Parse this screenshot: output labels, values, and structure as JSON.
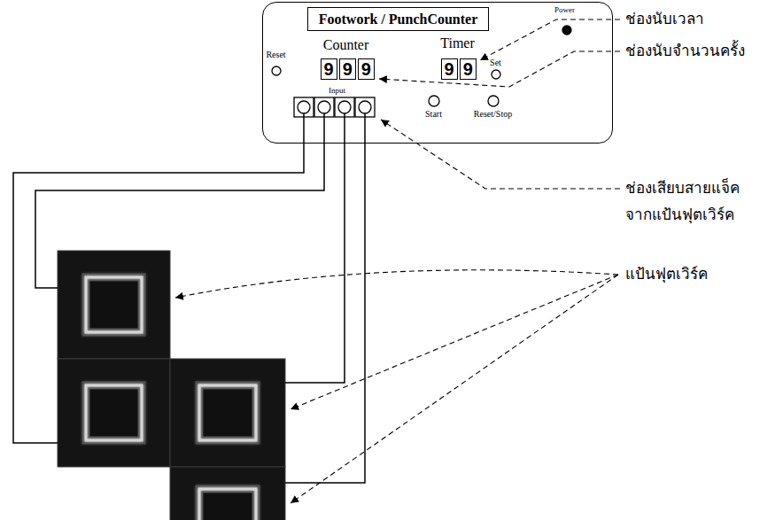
{
  "diagram": {
    "nodes": [
      {
        "text": [
          "Power",
          "Reset",
          "Counter",
          "Timer",
          "Set",
          "Input",
          "Start",
          "Reset/Stop"
        ]
      },
      {
        "text": [
          "Footwork / PunchCounter"
        ],
        "in": 0
      },
      {
        "text": [
          "9"
        ],
        "in": 0
      },
      {
        "text": [
          "9"
        ],
        "in": 0
      },
      {
        "text": [
          "9"
        ],
        "in": 0
      },
      {
        "text": [
          "9"
        ],
        "in": 0
      },
      {
        "text": [
          "9"
        ],
        "in": 0
      }
    ],
    "labels": [
      "ช่องนับเวลา",
      "ช่องนับจำนวนครั้ง",
      "ช่องเสียบสายแจ็ค จากแป้นฟุตเวิร์ค",
      "แป้นฟุตเวิร์ค"
    ]
  }
}
